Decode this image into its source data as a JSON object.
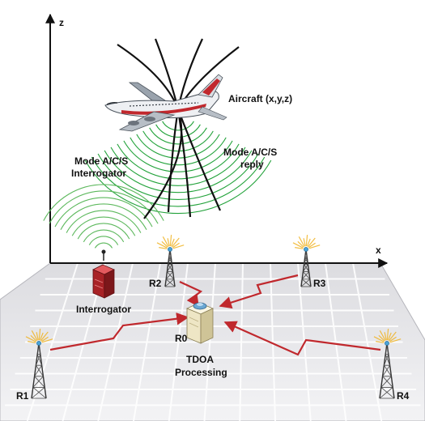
{
  "axes": {
    "z_label": "z",
    "x_label": "x"
  },
  "labels": {
    "aircraft": "Aircraft (x,y,z)",
    "reply_line1": "Mode A/C/S",
    "reply_line2": "reply",
    "interrogator_line1": "Mode A/C/S",
    "interrogator_line2": "Interrogator",
    "interrogator": "Interrogator",
    "r0": "R0",
    "tdoa_line1": "TDOA",
    "tdoa_line2": "Processing",
    "r1": "R1",
    "r2": "R2",
    "r3": "R3",
    "r4": "R4"
  },
  "colors": {
    "floor": "#ececee",
    "grid": "#ffffff",
    "axis": "#111111",
    "hyperbola": "#111111",
    "reply_wave": "#22a23a",
    "interrogator_wave": "#5cb85c",
    "link": "#c0282d",
    "tower": "#333333",
    "tower_glow": "#f0b323",
    "interrogator_box": "#c1282d",
    "processor": "#f2ecd3"
  }
}
